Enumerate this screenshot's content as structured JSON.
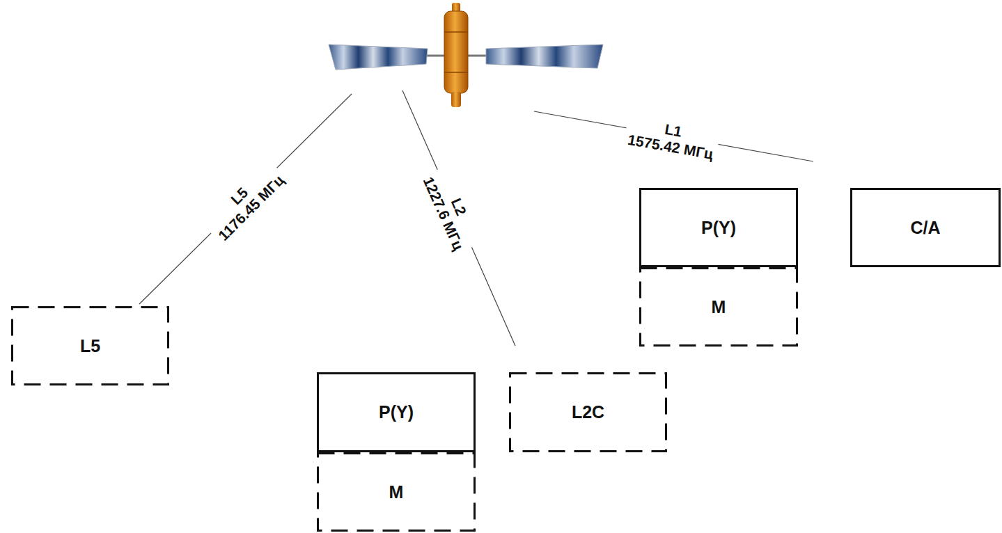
{
  "diagram": {
    "nodes": [
      {
        "text": [
          "P(Y)"
        ]
      },
      {
        "text": [
          "M"
        ]
      },
      {
        "text": [
          "C/A"
        ]
      },
      {
        "text": [
          "L5"
        ]
      },
      {
        "text": [
          "P(Y)"
        ]
      },
      {
        "text": [
          "L2C"
        ]
      },
      {
        "text": [
          "M"
        ]
      }
    ],
    "labels": [
      "L5",
      "1176.45 МГц",
      "L2",
      "1227.6 МГц",
      "L1",
      "1575.42 МГц"
    ]
  }
}
